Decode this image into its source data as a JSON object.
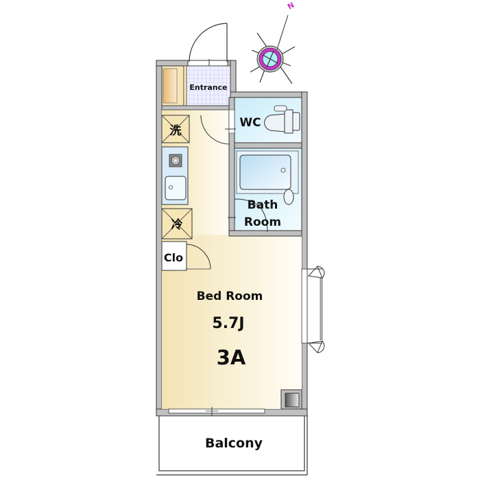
{
  "floor_plan": {
    "unit_name": "3A",
    "compass": {
      "north_label": "N",
      "accent_color": "#cc33cc"
    },
    "rooms": {
      "entrance": {
        "label": "Entrance"
      },
      "wc": {
        "label": "WC"
      },
      "bath": {
        "label_line1": "Bath",
        "label_line2": "Room"
      },
      "bedroom": {
        "label": "Bed Room",
        "size": "5.7J"
      },
      "closet": {
        "label": "Clo"
      },
      "balcony": {
        "label": "Balcony"
      }
    },
    "fixtures": {
      "washer": {
        "label": "洗"
      },
      "fridge": {
        "label": "冷"
      }
    },
    "colors": {
      "wall": "#c0c0c0",
      "wall_line": "#333333",
      "floor_wood": "#f5e6b8",
      "floor_wet": "#d8f0fa",
      "entrance_tile": "#eeeeff"
    }
  }
}
